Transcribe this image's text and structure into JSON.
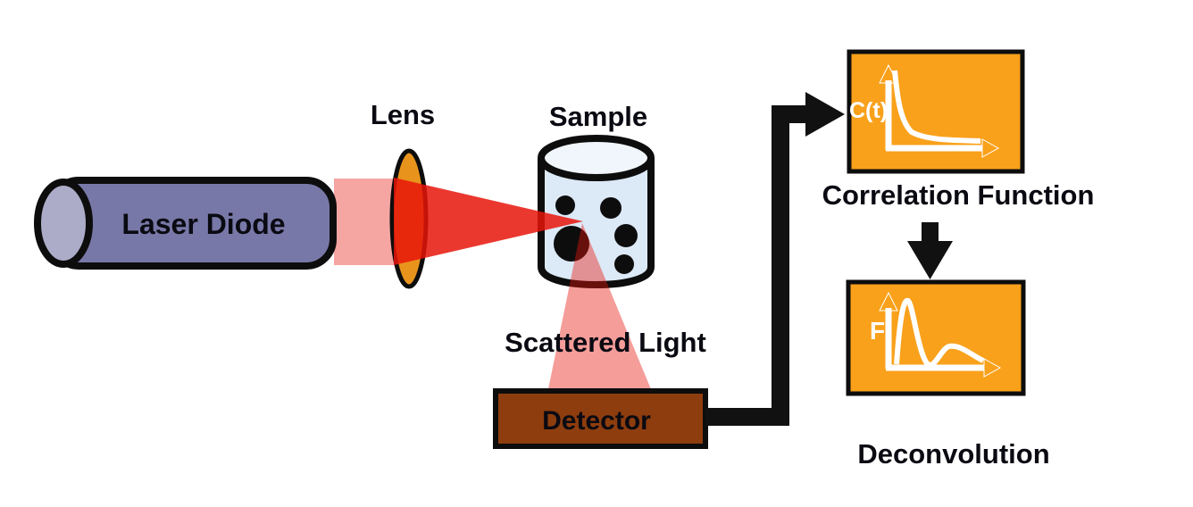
{
  "scene": {
    "laser": {
      "label": "Laser Diode"
    },
    "lens": {
      "label": "Lens"
    },
    "sample": {
      "label": "Sample"
    },
    "scattered_light": {
      "label": "Scattered Light"
    },
    "detector": {
      "label": "Detector"
    },
    "correlation": {
      "label": "Correlation Function",
      "axis_label": "C(t)"
    },
    "deconvolution": {
      "label": "Deconvolution",
      "axis_label": "F"
    }
  },
  "colors": {
    "background": "#FFFFFF",
    "outline": "#0D0D0D",
    "label_text": "#0A0A12",
    "laser_body": "#7878A8",
    "laser_cap": "#ACACC9",
    "lens_orange": "#E8941C",
    "beam_red": "#E8150B",
    "sample_fill": "#DCE9F6",
    "sample_top_fill": "#F1F6FC",
    "particle_black": "#0D0D0D",
    "detector_brown": "#8E3D0E",
    "box_orange": "#F9A11B",
    "connector_black": "#111111",
    "graph_white": "#FFFFFF"
  }
}
